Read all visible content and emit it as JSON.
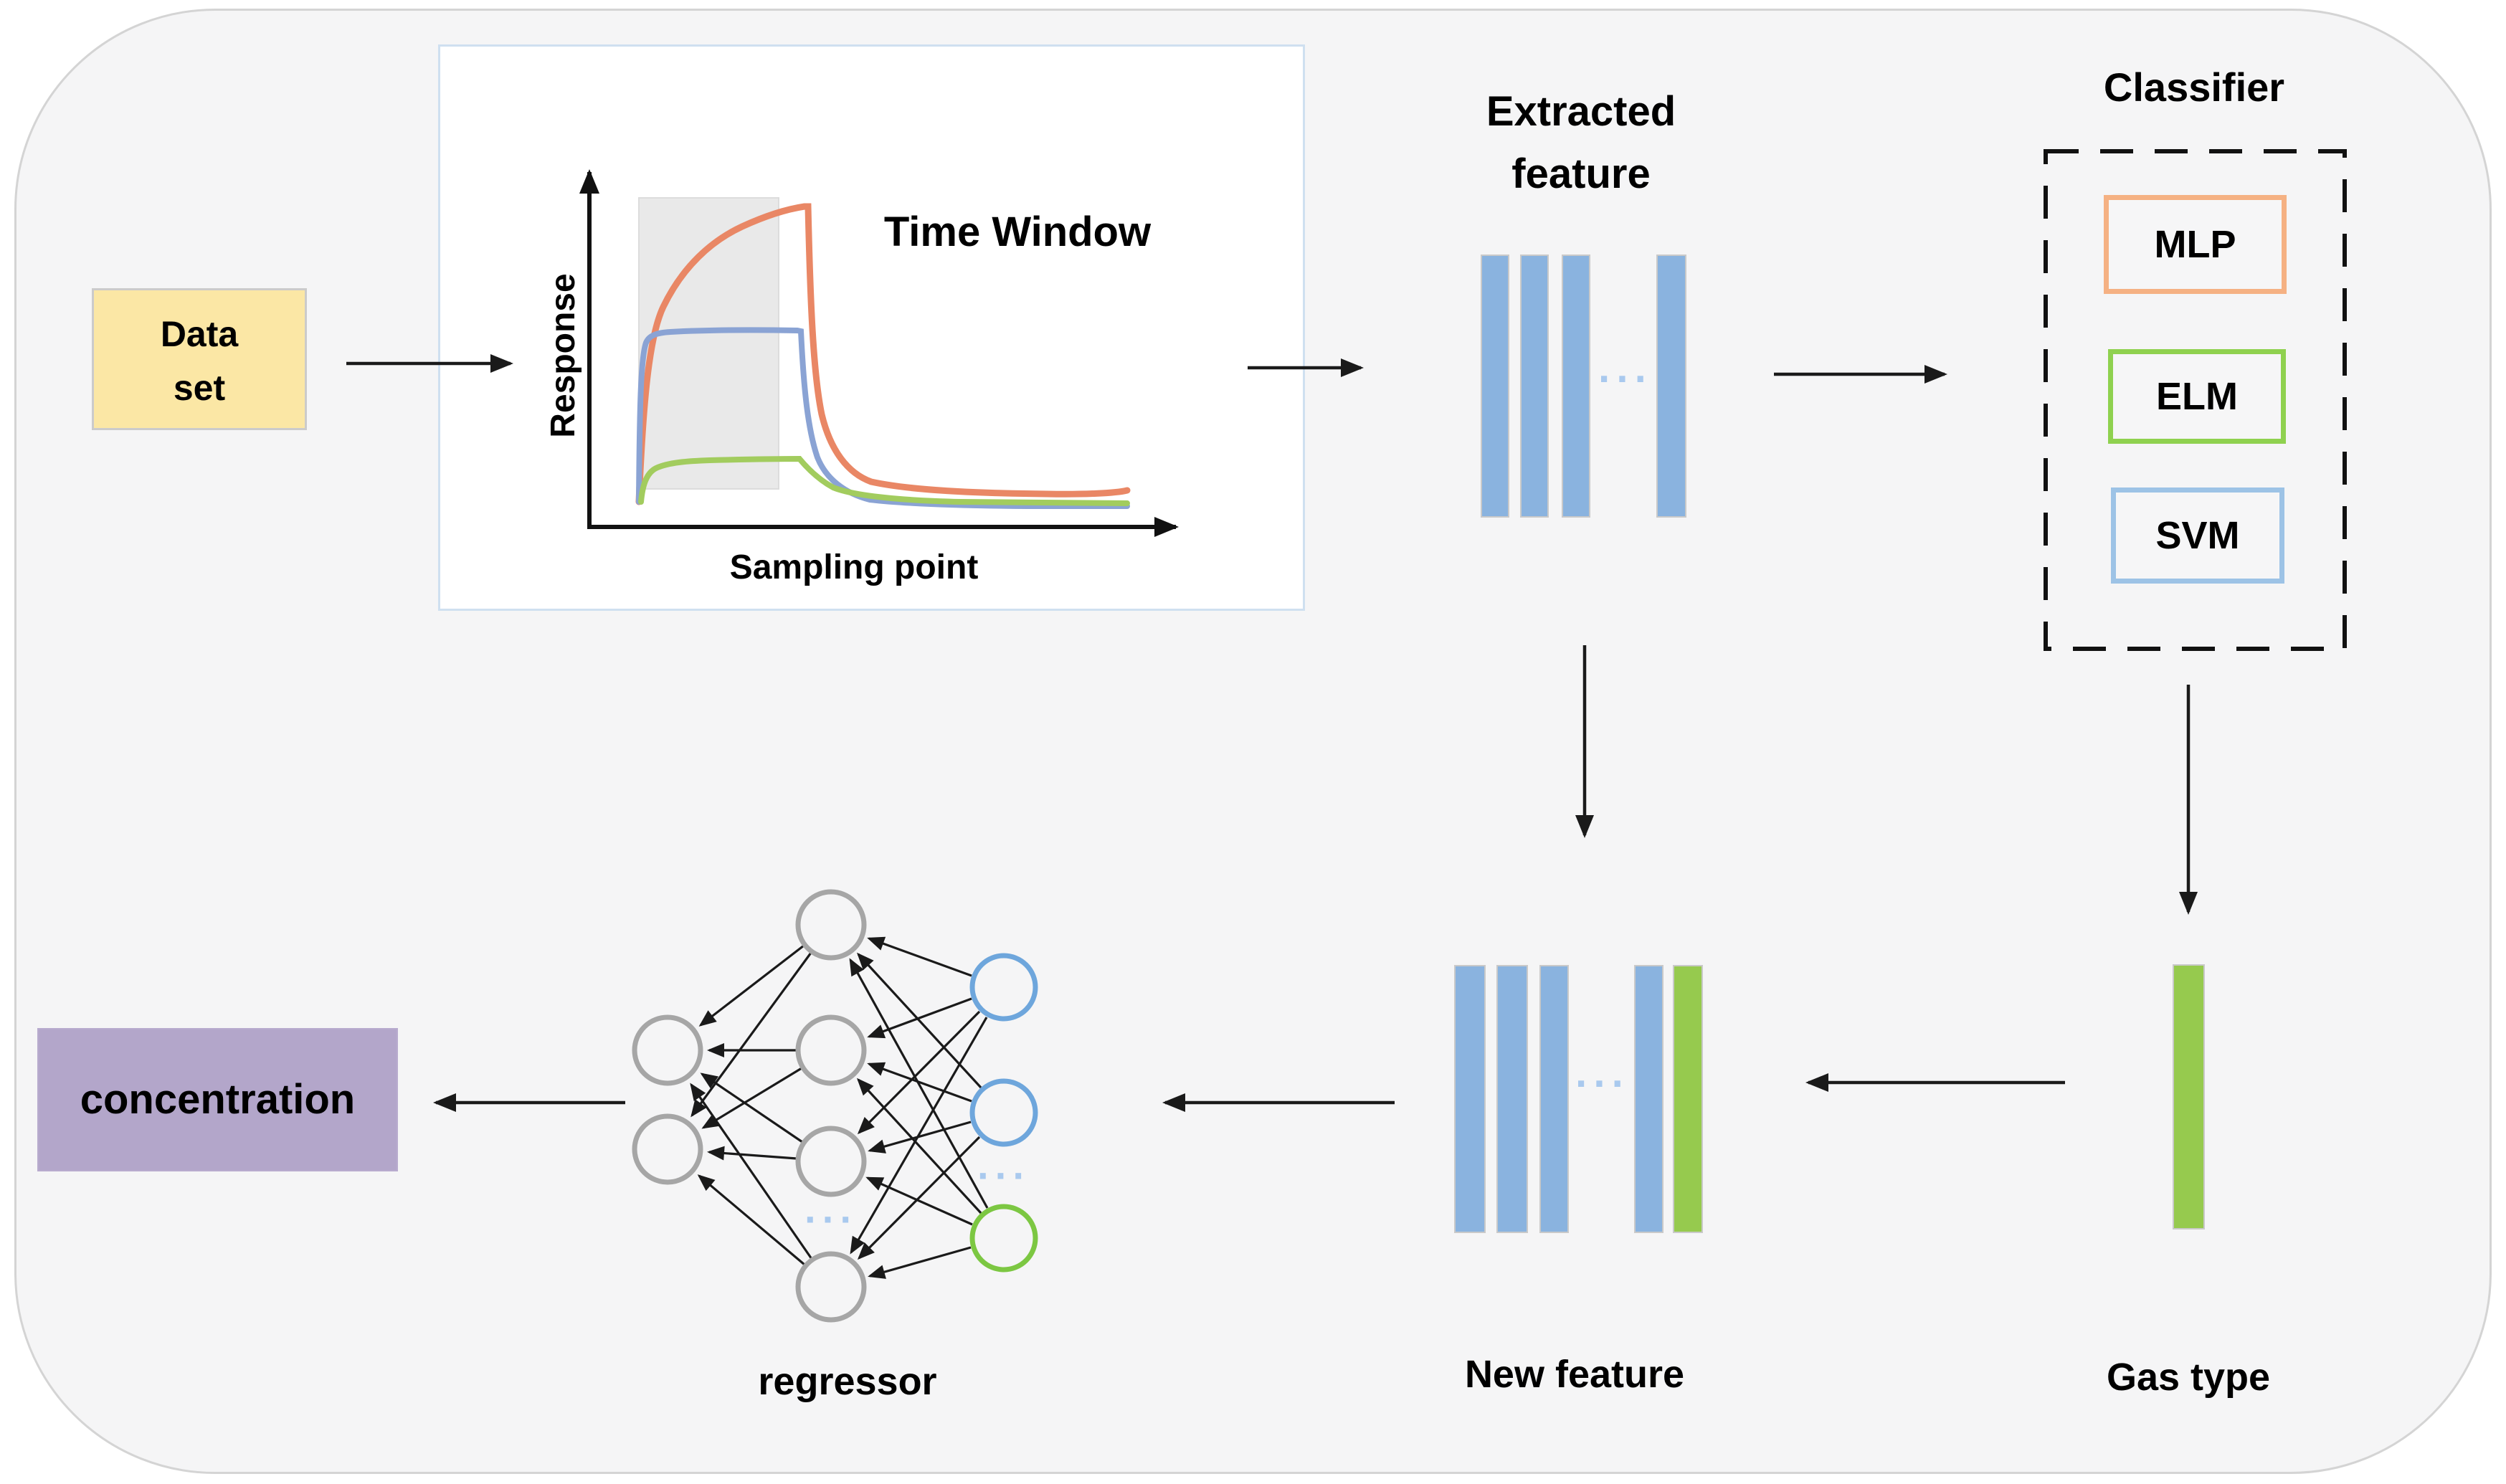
{
  "dataset": {
    "lines": [
      "Data",
      "set"
    ]
  },
  "chart": {
    "title": "Time Window",
    "y_axis_label": "Response",
    "x_axis_label": "Sampling point"
  },
  "extracted_feature": {
    "title_lines": [
      "Extracted",
      "feature"
    ],
    "ellipsis": "···"
  },
  "classifier": {
    "title": "Classifier",
    "items": [
      {
        "label": "MLP"
      },
      {
        "label": "ELM"
      },
      {
        "label": "SVM"
      }
    ]
  },
  "gas_type": {
    "label": "Gas type"
  },
  "new_feature": {
    "label": "New feature",
    "ellipsis": "···"
  },
  "regressor": {
    "label": "regressor",
    "hidden_ellipsis": "···",
    "input_ellipsis": "···"
  },
  "concentration": {
    "label": "concentration"
  },
  "colors": {
    "container_fill": "#f5f5f6",
    "container_border": "#d4d4d4",
    "dataset_fill": "#fbe7a5",
    "chart_panel_border": "#cfe0f0",
    "time_window_fill": "#e9e9e9",
    "curve_orange": "#e98765",
    "curve_blue": "#8aa3d4",
    "curve_green": "#a2cc5e",
    "feature_bar_blue": "#8ab3df",
    "feature_bar_green": "#96ca4e",
    "mlp_border": "#f5b183",
    "elm_border": "#8fd14f",
    "svm_border": "#9dc3e6",
    "node_gray": "#a6a6a6",
    "node_blue": "#6ea6dc",
    "node_green": "#7cc742",
    "concentration_fill": "#b3a6ca",
    "arrow": "#1a1a1a",
    "ellipsis_blue": "#a9c9ee"
  }
}
